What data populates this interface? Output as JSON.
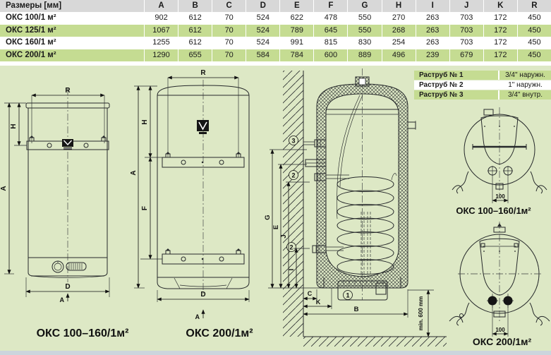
{
  "colors": {
    "highlight": "#c5dc92",
    "header_bg": "#d8d8d8",
    "panel_bg": "#dde8c5",
    "footer_bg": "#ccd5dd"
  },
  "dimensions_table": {
    "header_label": "Размеры [мм]",
    "columns": [
      "A",
      "B",
      "C",
      "D",
      "E",
      "F",
      "G",
      "H",
      "I",
      "J",
      "K",
      "R"
    ],
    "rows": [
      {
        "model": "ОКС 100/1 м²",
        "values": [
          902,
          612,
          70,
          524,
          622,
          478,
          550,
          270,
          263,
          703,
          172,
          450
        ],
        "highlight": false
      },
      {
        "model": "ОКС 125/1 м²",
        "values": [
          1067,
          612,
          70,
          524,
          789,
          645,
          550,
          268,
          263,
          703,
          172,
          450
        ],
        "highlight": true
      },
      {
        "model": "ОКС 160/1 м²",
        "values": [
          1255,
          612,
          70,
          524,
          991,
          815,
          830,
          254,
          263,
          703,
          172,
          450
        ],
        "highlight": false
      },
      {
        "model": "ОКС 200/1 м²",
        "values": [
          1290,
          655,
          70,
          584,
          784,
          600,
          889,
          496,
          239,
          679,
          172,
          450
        ],
        "highlight": true
      }
    ]
  },
  "fitting_table": {
    "rows": [
      {
        "label": "Раструб № 1",
        "value": "3/4\" наружн.",
        "highlight": true
      },
      {
        "label": "Раструб № 2",
        "value": "1\" наружн.",
        "highlight": false
      },
      {
        "label": "Раструб № 3",
        "value": "3/4\" внутр.",
        "highlight": true
      }
    ]
  },
  "drawings": {
    "front_wall": {
      "caption": "ОКС 100–160/1м²",
      "dims": {
        "r": "R",
        "h": "H",
        "a": "A",
        "d": "D",
        "view_arrow": "A"
      }
    },
    "front_floor": {
      "caption": "ОКС 200/1м²",
      "dims": {
        "r": "R",
        "h": "H",
        "f": "F",
        "a": "A",
        "d": "D",
        "view_arrow": "A"
      }
    },
    "section": {
      "dims": {
        "g": "G",
        "e": "E",
        "j": "J",
        "i": "I",
        "c": "C",
        "k": "K",
        "b": "B"
      },
      "clearance": "min. 600 mm",
      "ports": {
        "p1": "1",
        "p2": "2",
        "p3": "3"
      }
    },
    "top_wall": {
      "caption": "ОКС 100–160/1м²",
      "spacing": "100"
    },
    "top_floor": {
      "caption": "ОКС 200/1м²",
      "spacing": "100"
    }
  }
}
